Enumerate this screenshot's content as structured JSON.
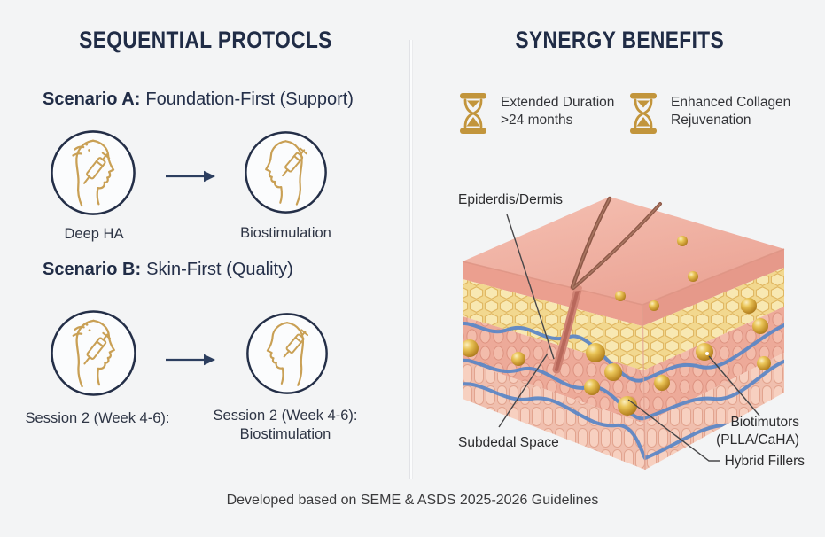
{
  "left": {
    "title": "SEQUENTIAL PROTOCLS",
    "scenario_a": {
      "prefix": "Scenario A:",
      "rest": "Foundation-First (Support)"
    },
    "scenario_a_steps": {
      "step1_label": "Deep HA",
      "step2_label": "Biostimulation"
    },
    "scenario_b": {
      "prefix": "Scenario B:",
      "rest": "Skin-First (Quality)"
    },
    "scenario_b_steps": {
      "step1_label": "Session 2 (Week 4-6):",
      "step2_label_line1": "Session 2 (Week 4-6):",
      "step2_label_line2": "Biostimulation"
    },
    "step_icon": "face-injection-icon",
    "arrow_icon": "arrow-right-icon"
  },
  "right": {
    "title": "SYNERGY BENEFITS",
    "benefits": [
      {
        "icon": "hourglass-icon",
        "line1": "Extended Duration",
        "line2": ">24 months"
      },
      {
        "icon": "hourglass-icon",
        "line1": "Enhanced Collagen",
        "line2": "Rejuvenation"
      }
    ],
    "diagram": {
      "illustration": "skin-cross-section-illustration",
      "labels": {
        "epidermis": "Epiderdis/Dermis",
        "subdermal_space": "Subdedal Space",
        "biostimulators_line1": "Biotimutors",
        "biostimulators_line2": "(PLLA/CaHA)",
        "hybrid_fillers": "Hybrid Fillers"
      }
    }
  },
  "footer": {
    "text": "Developed based on SEME & ASDS 2025-2026 Guidelines"
  },
  "colors": {
    "background": "#f3f4f5",
    "title_navy": "#202c46",
    "circle_navy": "#242f48",
    "arrow_navy": "#2c3e5f",
    "icon_gold": "#c9a055",
    "hourglass_gold": "#c2953c",
    "text_dark": "#2e2f33",
    "label_gray": "#2c2c2e",
    "vessel_blue": "#5d87c6",
    "skin_pink_top": "#f2b8aa",
    "fat_yellow": "#f6e5ab",
    "sphere_gold": "#d8a83f",
    "hair_brown": "#8e5948"
  }
}
